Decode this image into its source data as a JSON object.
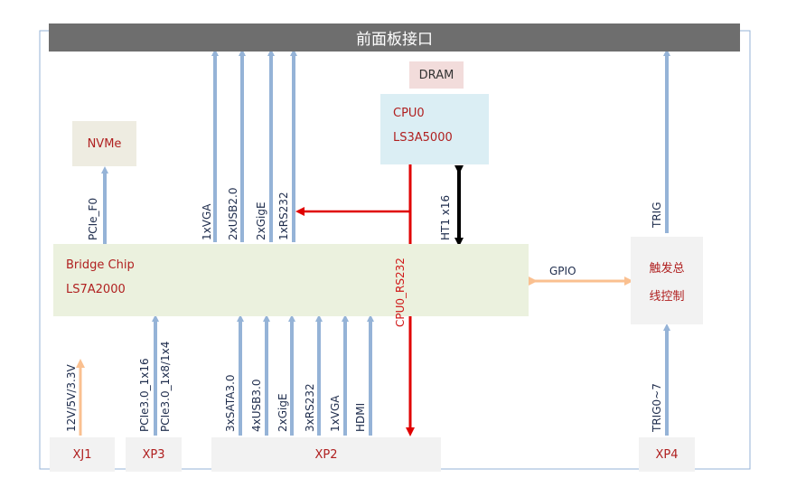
{
  "header": {
    "title": "前面板接口"
  },
  "blocks": {
    "dram": "DRAM",
    "cpu": {
      "name": "CPU0",
      "model": "LS3A5000"
    },
    "nvme": "NVMe",
    "bridge": {
      "name": "Bridge Chip",
      "model": "LS7A2000"
    },
    "trigger": {
      "line1": "触发总",
      "line2": "线控制"
    }
  },
  "connectors": {
    "xj1": "XJ1",
    "xp3": "XP3",
    "xp2": "XP2",
    "xp4": "XP4"
  },
  "signals": {
    "pcie_f0": "PCIe_F0",
    "vga_top": "1xVGA",
    "usb2": "2xUSB2.0",
    "gige_top": "2xGigE",
    "rs232_top": "1xRS232",
    "cpu0_rs232": "CPU0_RS232",
    "ht1": "HT1 x16",
    "trig": "TRIG",
    "gpio": "GPIO",
    "power": "12V/5V/3.3V",
    "pcie_x16": "PCIe3.0_1x16",
    "pcie_x8": "PCIe3.0_1x8/1x4",
    "sata": "3xSATA3.0",
    "usb3": "4xUSB3.0",
    "gige_bottom": "2xGigE",
    "rs232_bottom": "3xRS232",
    "vga_bottom": "1xVGA",
    "hdmi": "HDMI",
    "trig07": "TRIG0~7"
  },
  "colors": {
    "header_bg": "#6e6e6e",
    "bridge_bg": "#ebf1de",
    "cpu_bg": "#dbeef4",
    "dram_bg": "#f2dcdb",
    "nvme_bg": "#eeece1",
    "gray_box": "#f2f2f2",
    "blue_line": "#95b3d7",
    "red_line": "#e00000",
    "orange_line": "#fac090"
  }
}
